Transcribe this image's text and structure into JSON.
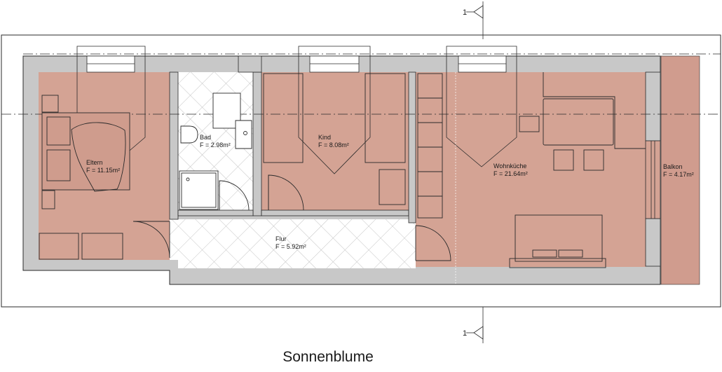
{
  "title": "Sonnenblume",
  "section_marker": {
    "label": "1"
  },
  "rooms": [
    {
      "id": "eltern",
      "name": "Eltern",
      "area": "F = 11.15m²"
    },
    {
      "id": "bad",
      "name": "Bad",
      "area": "F = 2.98m²"
    },
    {
      "id": "kind",
      "name": "Kind",
      "area": "F = 8.08m²"
    },
    {
      "id": "wohnkueche",
      "name": "Wohnküche",
      "area": "F = 21.64m²"
    },
    {
      "id": "balkon",
      "name": "Balkon",
      "area": "F = 4.17m²"
    },
    {
      "id": "flur",
      "name": "Flur",
      "area": "F = 5.92m²"
    }
  ],
  "colors": {
    "room_fill": "#d4a394",
    "balcony_fill": "#d09c8e",
    "wall_fill": "#c8c8c8",
    "line": "#2a2a2a",
    "tile_line": "#bdbdbd"
  }
}
